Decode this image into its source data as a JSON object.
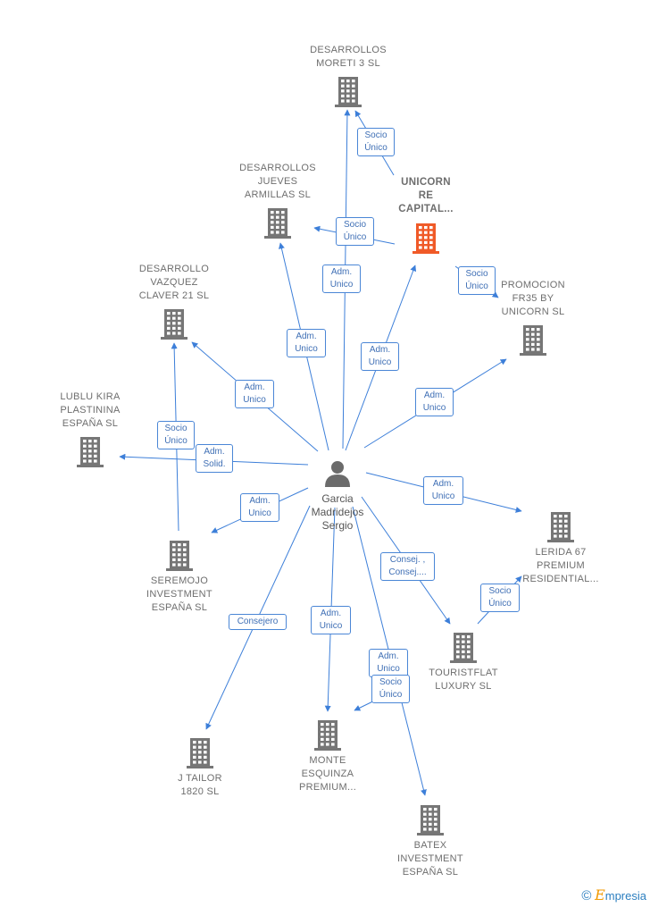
{
  "person": {
    "name_lines": [
      "Garcia",
      "Madridejos",
      "Sergio"
    ],
    "icon": "person-icon"
  },
  "nodes": [
    {
      "id": "moreti",
      "lines": [
        "DESARROLLOS",
        "MORETI 3  SL"
      ],
      "highlight": false,
      "icon": "building-icon"
    },
    {
      "id": "jueves",
      "lines": [
        "DESARROLLOS",
        "JUEVES",
        "ARMILLAS  SL"
      ],
      "highlight": false,
      "icon": "building-icon"
    },
    {
      "id": "unicorn",
      "lines": [
        "UNICORN",
        "RE",
        "CAPITAL..."
      ],
      "highlight": true,
      "icon": "building-icon"
    },
    {
      "id": "promocion",
      "lines": [
        "PROMOCION",
        "FR35 BY",
        "UNICORN  SL"
      ],
      "highlight": false,
      "icon": "building-icon"
    },
    {
      "id": "vazquez",
      "lines": [
        "DESARROLLO",
        "VAZQUEZ",
        "CLAVER 21  SL"
      ],
      "highlight": false,
      "icon": "building-icon"
    },
    {
      "id": "lublu",
      "lines": [
        "LUBLU KIRA",
        "PLASTININA",
        "ESPAÑA  SL"
      ],
      "highlight": false,
      "icon": "building-icon"
    },
    {
      "id": "seremojo",
      "lines": [
        "SEREMOJO",
        "INVESTMENT",
        "ESPAÑA  SL"
      ],
      "highlight": false,
      "icon": "building-icon"
    },
    {
      "id": "lerida",
      "lines": [
        "LERIDA 67",
        "PREMIUM",
        "RESIDENTIAL..."
      ],
      "highlight": false,
      "icon": "building-icon"
    },
    {
      "id": "touristflat",
      "lines": [
        "TOURISTFLAT",
        "LUXURY  SL"
      ],
      "highlight": false,
      "icon": "building-icon"
    },
    {
      "id": "jtailor",
      "lines": [
        "J TAILOR",
        "1820  SL"
      ],
      "highlight": false,
      "icon": "building-icon"
    },
    {
      "id": "monte",
      "lines": [
        "MONTE",
        "ESQUINZA",
        "PREMIUM..."
      ],
      "highlight": false,
      "icon": "building-icon"
    },
    {
      "id": "batex",
      "lines": [
        "BATEX",
        "INVESTMENT",
        "ESPAÑA SL"
      ],
      "highlight": false,
      "icon": "building-icon"
    }
  ],
  "edges": [
    {
      "from": "person",
      "to": "moreti",
      "lines": [
        "Adm.",
        "Unico"
      ]
    },
    {
      "from": "unicorn",
      "to": "moreti",
      "lines": [
        "Socio",
        "Único"
      ]
    },
    {
      "from": "unicorn",
      "to": "jueves",
      "lines": [
        "Socio",
        "Único"
      ]
    },
    {
      "from": "unicorn",
      "to": "promocion",
      "lines": [
        "Socio",
        "Único"
      ]
    },
    {
      "from": "person",
      "to": "jueves",
      "lines": [
        "Adm.",
        "Unico"
      ]
    },
    {
      "from": "person",
      "to": "unicorn",
      "lines": [
        "Adm.",
        "Unico"
      ]
    },
    {
      "from": "person",
      "to": "promocion",
      "lines": [
        "Adm.",
        "Unico"
      ]
    },
    {
      "from": "person",
      "to": "vazquez",
      "lines": [
        "Adm.",
        "Unico"
      ]
    },
    {
      "from": "seremojo",
      "to": "vazquez",
      "lines": [
        "Socio",
        "Único"
      ]
    },
    {
      "from": "person",
      "to": "lublu",
      "lines": [
        "Adm.",
        "Solid."
      ]
    },
    {
      "from": "person",
      "to": "seremojo",
      "lines": [
        "Adm.",
        "Unico"
      ]
    },
    {
      "from": "person",
      "to": "lerida",
      "lines": [
        "Adm.",
        "Unico"
      ]
    },
    {
      "from": "person",
      "to": "touristflat",
      "lines": [
        "Consej. ,",
        "Consej...."
      ]
    },
    {
      "from": "touristflat",
      "to": "lerida",
      "lines": [
        "Socio",
        "Único"
      ]
    },
    {
      "from": "person",
      "to": "jtailor",
      "lines": [
        "Consejero"
      ]
    },
    {
      "from": "person",
      "to": "monte",
      "lines": [
        "Adm.",
        "Unico"
      ]
    },
    {
      "from": "person",
      "to": "batex",
      "lines": [
        "Adm.",
        "Unico"
      ]
    },
    {
      "from": "batex",
      "to": "monte",
      "lines": [
        "Socio",
        "Único"
      ]
    }
  ],
  "colors": {
    "edge": "#3d7fd9",
    "building": "#767676",
    "building_highlight": "#f05a28",
    "person": "#6b6b6b"
  },
  "brand": {
    "copyright": "©",
    "logo_initial": "E",
    "logo_rest": "mpresia"
  }
}
